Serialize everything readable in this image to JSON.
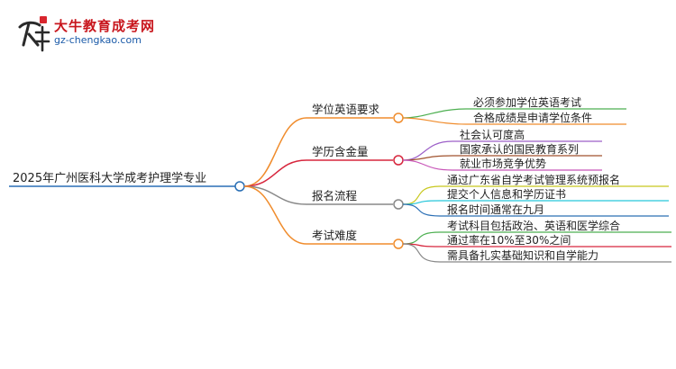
{
  "logo": {
    "title": "大牛教育成考网",
    "domain": "gz-chengkao.com",
    "colors": {
      "title": "#c8161d",
      "domain": "#1a5aa8",
      "mark": "#2a2a2a",
      "seal": "#d8262e"
    }
  },
  "mindmap": {
    "root": "2025年广州医科大学成考护理学专业",
    "branches": [
      {
        "label": "学位英语要求",
        "color": "#f08c2c",
        "leaves": [
          "必须参加学位英语考试",
          "合格成绩是申请学位条件"
        ],
        "leaf_colors": [
          "#4caf50",
          "#f08c2c"
        ]
      },
      {
        "label": "学历含金量",
        "color": "#d7263d",
        "leaves": [
          "社会认可度高",
          "国家承认的国民教育系列",
          "就业市场竞争优势"
        ],
        "leaf_colors": [
          "#9c5fc8",
          "#a0522d",
          "#c855b8"
        ]
      },
      {
        "label": "报名流程",
        "color": "#888888",
        "leaves": [
          "通过广东省自学考试管理系统预报名",
          "提交个人信息和学历证书",
          "报名时间通常在九月"
        ],
        "leaf_colors": [
          "#c8c81e",
          "#26c6da",
          "#2a6fb5"
        ]
      },
      {
        "label": "考试难度",
        "color": "#f08c2c",
        "leaves": [
          "考试科目包括政治、英语和医学综合",
          "通过率在10%至30%之间",
          "需具备扎实基础知识和自学能力"
        ],
        "leaf_colors": [
          "#4caf50",
          "#d7263d",
          "#888888"
        ]
      }
    ],
    "root_color": "#2a6fb5"
  }
}
